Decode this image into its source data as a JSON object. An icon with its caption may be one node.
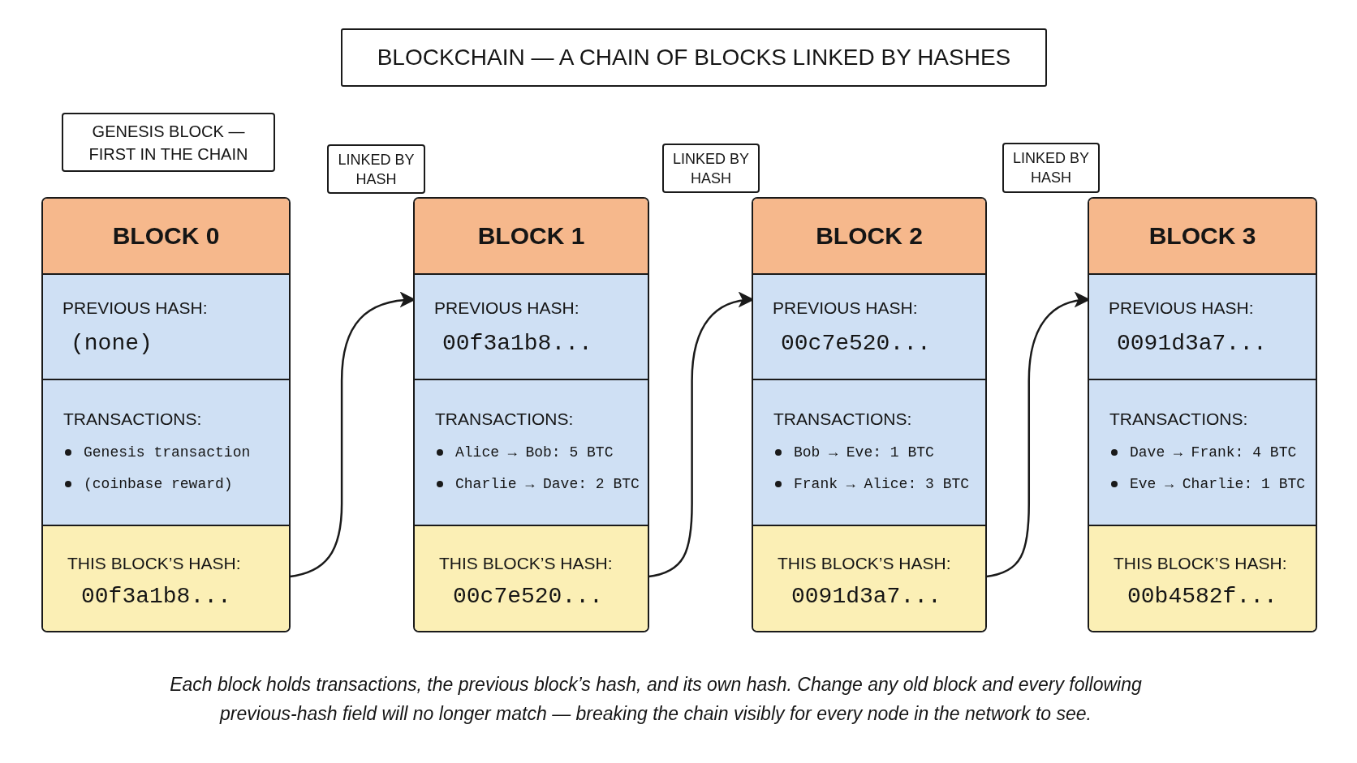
{
  "diagram": {
    "title": "BLOCKCHAIN — A CHAIN OF BLOCKS LINKED BY HASHES",
    "caption": "Each block holds transactions, the previous block’s hash, and its own hash. Change any old block and every following previous-hash field will no longer match — breaking the chain visibly for every node in the network to see.",
    "nodes": [
      {
        "text": [
          "GENESIS BLOCK — FIRST IN THE CHAIN"
        ]
      },
      {
        "text": [
          "LINKED BY HASH"
        ]
      },
      {
        "text": [
          "LINKED BY HASH"
        ]
      },
      {
        "text": [
          "LINKED BY HASH"
        ]
      },
      {
        "text": [
          "BLOCK 0"
        ]
      },
      {
        "text": [
          "PREVIOUS HASH:",
          "(none)"
        ],
        "in": 4
      },
      {
        "text": [
          "TRANSACTIONS:",
          "Genesis transaction",
          "(coinbase reward)"
        ],
        "in": 4
      },
      {
        "text": [
          "THIS BLOCK’S HASH:",
          "00f3a1b8..."
        ],
        "in": 4
      },
      {
        "text": [
          "BLOCK 1"
        ]
      },
      {
        "text": [
          "PREVIOUS HASH:",
          "00f3a1b8..."
        ],
        "in": 8
      },
      {
        "text": [
          "TRANSACTIONS:",
          "Alice → Bob: 5 BTC",
          "Charlie → Dave: 2 BTC"
        ],
        "in": 8
      },
      {
        "text": [
          "THIS BLOCK’S HASH:",
          "00c7e520..."
        ],
        "in": 8
      },
      {
        "text": [
          "BLOCK 2"
        ]
      },
      {
        "text": [
          "PREVIOUS HASH:",
          "00c7e520..."
        ],
        "in": 12
      },
      {
        "text": [
          "TRANSACTIONS:",
          "Bob → Eve: 1 BTC",
          "Frank → Alice: 3 BTC"
        ],
        "in": 12
      },
      {
        "text": [
          "THIS BLOCK’S HASH:",
          "0091d3a7..."
        ],
        "in": 12
      },
      {
        "text": [
          "BLOCK 3"
        ]
      },
      {
        "text": [
          "PREVIOUS HASH:",
          "0091d3a7..."
        ],
        "in": 16
      },
      {
        "text": [
          "TRANSACTIONS:",
          "Dave → Frank: 4 BTC",
          "Eve → Charlie: 1 BTC"
        ],
        "in": 16
      },
      {
        "text": [
          "THIS BLOCK’S HASH:",
          "00b4582f..."
        ],
        "in": 16
      }
    ],
    "edges": [
      {
        "from": 7,
        "to": 9,
        "arrow": "to"
      },
      {
        "from": 11,
        "to": 13,
        "arrow": "to"
      },
      {
        "from": 15,
        "to": 17,
        "arrow": "to"
      }
    ]
  }
}
